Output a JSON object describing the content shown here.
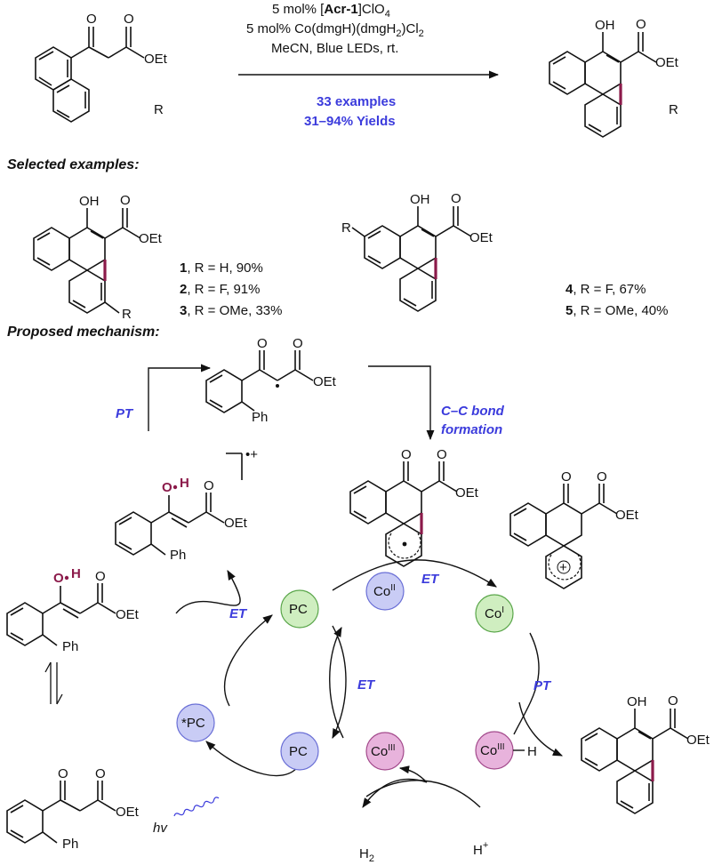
{
  "conditions": {
    "line1_pre": "5 mol% [",
    "line1_bold": "Acr-1",
    "line1_post": "]ClO",
    "line1_sub": "4",
    "line2_pre": "5 mol% Co(dmgH)(dmgH",
    "line2_sub": "2",
    "line2_post": ")Cl",
    "line2_sub2": "2",
    "line3": "MeCN, Blue LEDs, rt.",
    "examples": "33 examples",
    "yields": "31–94% Yields"
  },
  "labels": {
    "O": "O",
    "OEt": "OEt",
    "OH": "OH",
    "R": "R",
    "Ph": "Ph",
    "H": "H",
    "radical_cation": "•+"
  },
  "sections": {
    "selected": "Selected examples:",
    "mechanism": "Proposed mechanism:"
  },
  "examples": [
    {
      "num": "1",
      "text": ", R = H, 90%"
    },
    {
      "num": "2",
      "text": ", R = F, 91%"
    },
    {
      "num": "3",
      "text": ", R = OMe, 33%"
    },
    {
      "num": "4",
      "text": ", R = F, 67%"
    },
    {
      "num": "5",
      "text": ", R = OMe, 40%"
    }
  ],
  "mechanism": {
    "pt": "PT",
    "cc_line1": "C–C bond",
    "cc_line2": "formation",
    "et": "ET",
    "hv": "hv",
    "h2": "H",
    "h2_sub": "2",
    "hplus": "H",
    "hplus_sup": "+",
    "pc": "PC",
    "pc_star": "*PC",
    "co": "Co",
    "co_ii": "II",
    "co_i": "I",
    "co_iii": "III",
    "plus": "+"
  },
  "colors": {
    "blue_text": "#3b3bdc",
    "new_bond": "#8b1a4a",
    "pc_green_fill": "#cfeec0",
    "pc_green_stroke": "#5aa64a",
    "pc_blue_fill": "#c9ccf5",
    "pc_blue_stroke": "#6a6fd6",
    "co_pink_fill": "#e8b3dc",
    "co_pink_stroke": "#a34a8c"
  }
}
